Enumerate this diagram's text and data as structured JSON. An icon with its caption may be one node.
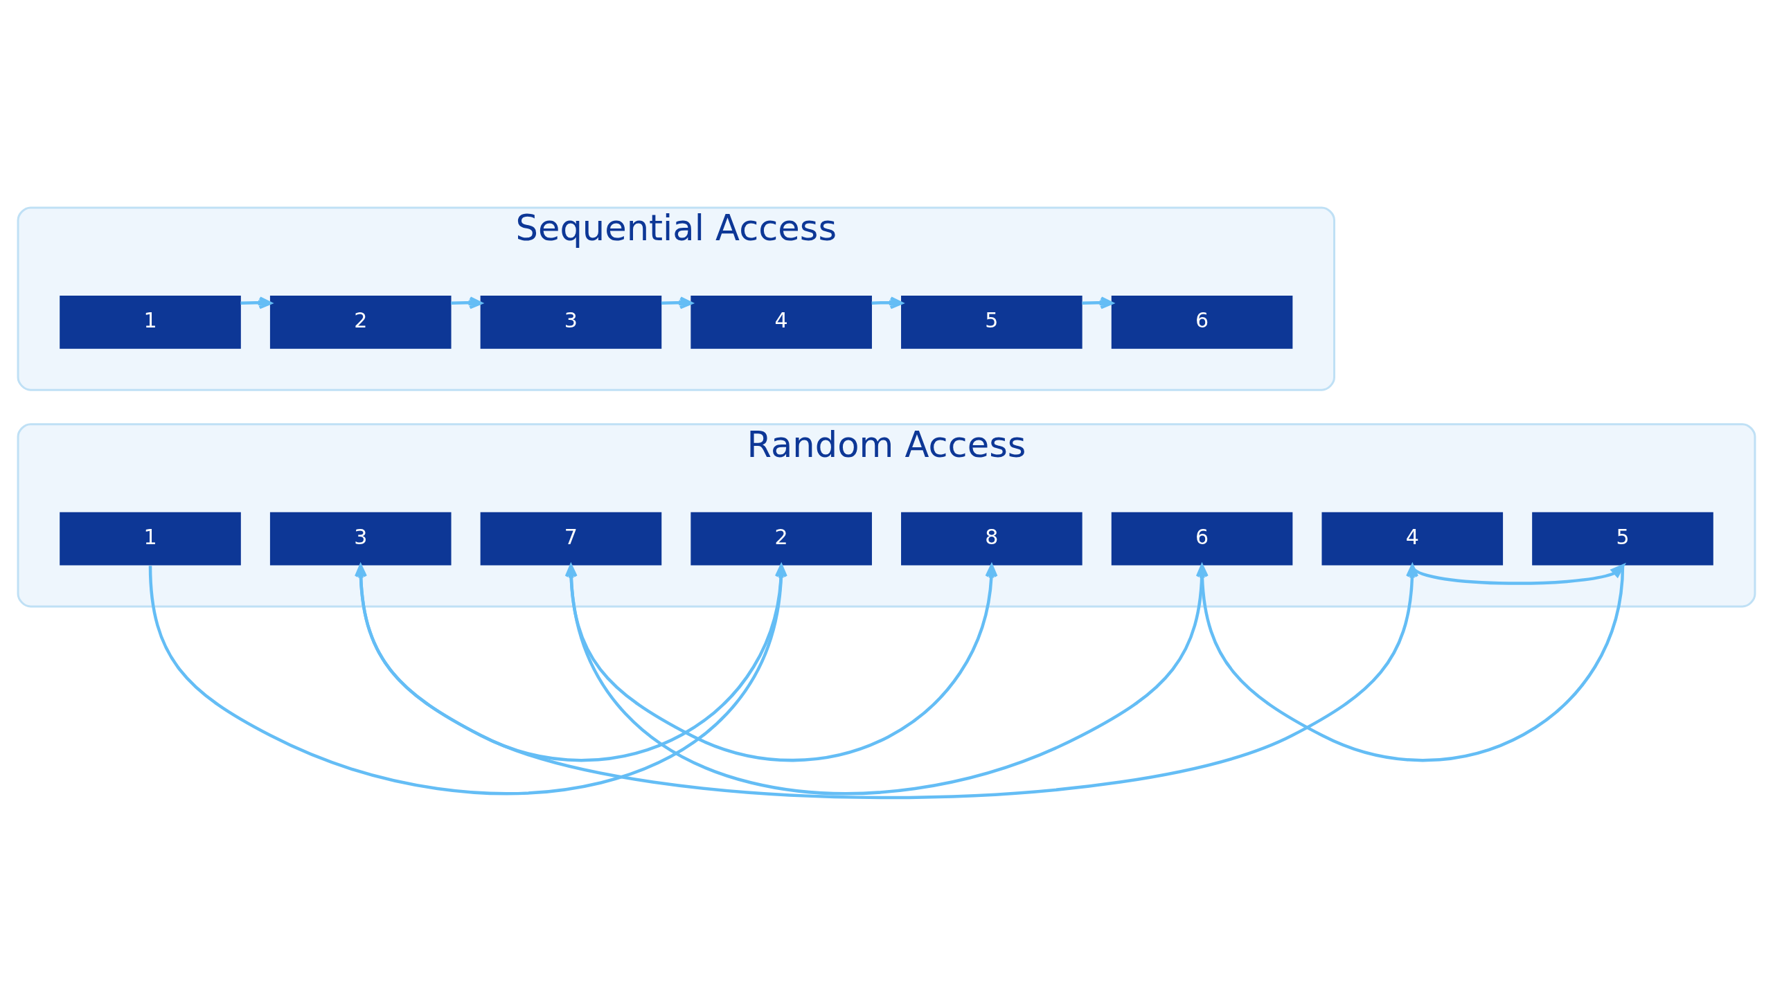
{
  "diagram": {
    "nodes": [
      {
        "text": [
          "Sequential Access"
        ]
      },
      {
        "text": [
          "1"
        ],
        "in": 0
      },
      {
        "text": [
          "2"
        ],
        "in": 0
      },
      {
        "text": [
          "3"
        ],
        "in": 0
      },
      {
        "text": [
          "4"
        ],
        "in": 0
      },
      {
        "text": [
          "5"
        ],
        "in": 0
      },
      {
        "text": [
          "6"
        ],
        "in": 0
      },
      {
        "text": [
          "Random Access"
        ]
      },
      {
        "text": [
          "1"
        ],
        "in": 7
      },
      {
        "text": [
          "3"
        ],
        "in": 7
      },
      {
        "text": [
          "7"
        ],
        "in": 7
      },
      {
        "text": [
          "2"
        ],
        "in": 7
      },
      {
        "text": [
          "8"
        ],
        "in": 7
      },
      {
        "text": [
          "6"
        ],
        "in": 7
      },
      {
        "text": [
          "4"
        ],
        "in": 7
      },
      {
        "text": [
          "5"
        ],
        "in": 7
      }
    ],
    "edges": [
      {
        "from": 1,
        "to": 2,
        "arrow": "to"
      },
      {
        "from": 2,
        "to": 3,
        "arrow": "to"
      },
      {
        "from": 3,
        "to": 4,
        "arrow": "to"
      },
      {
        "from": 4,
        "to": 5,
        "arrow": "to"
      },
      {
        "from": 5,
        "to": 6,
        "arrow": "to"
      },
      {
        "from": 8,
        "to": 11,
        "arrow": "to"
      },
      {
        "from": 11,
        "to": 9,
        "arrow": "to"
      },
      {
        "from": 9,
        "to": 14,
        "arrow": "to"
      },
      {
        "from": 14,
        "to": 15,
        "arrow": "to"
      },
      {
        "from": 15,
        "to": 13,
        "arrow": "to"
      },
      {
        "from": 13,
        "to": 10,
        "arrow": "to"
      },
      {
        "from": 10,
        "to": 12,
        "arrow": "to"
      }
    ]
  }
}
